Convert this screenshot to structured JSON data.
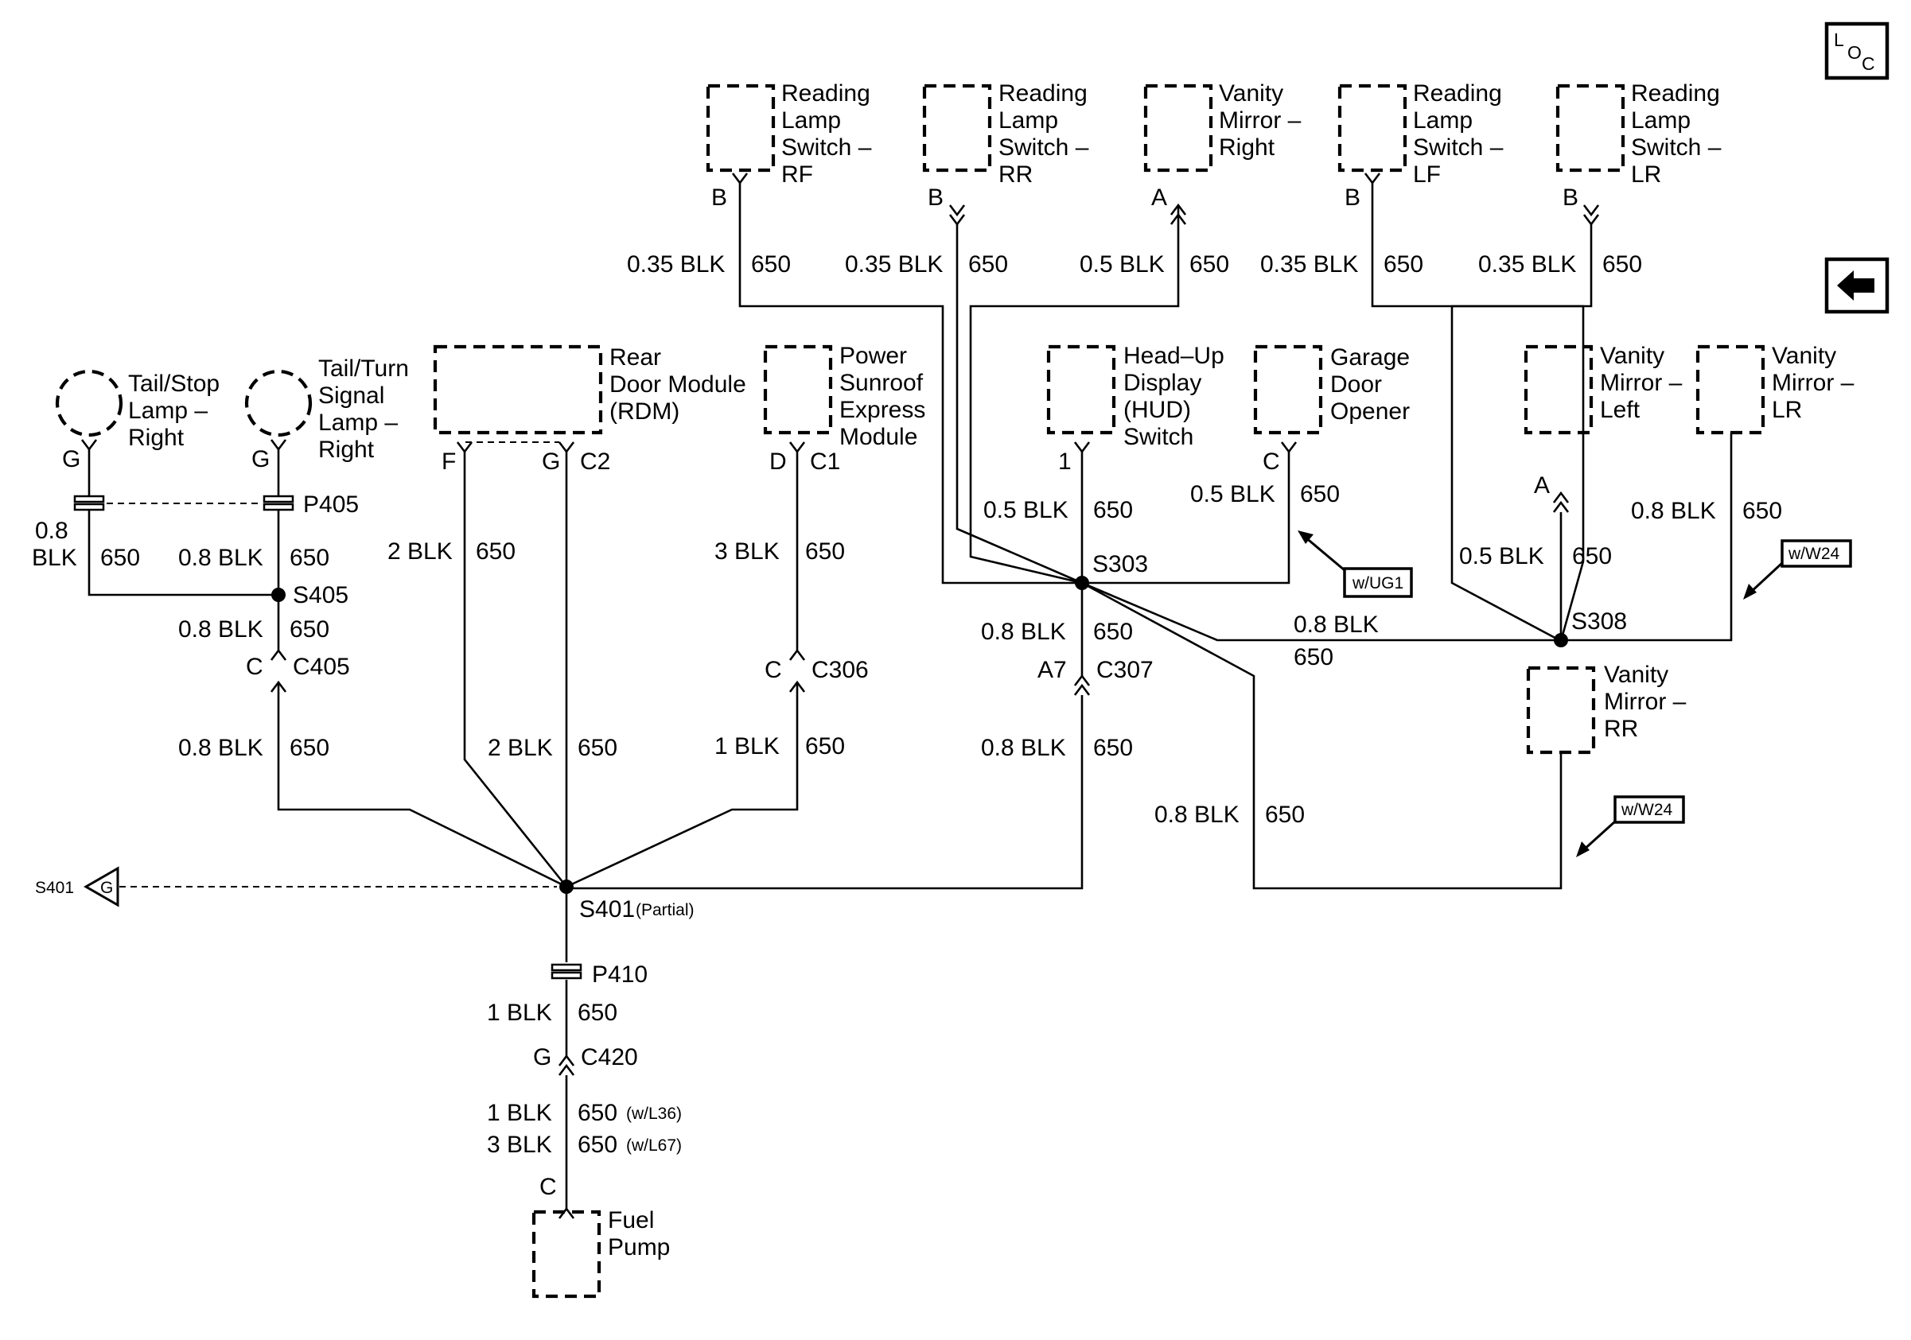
{
  "nav": {
    "loc_l": "L",
    "loc_o": "O",
    "loc_c": "C",
    "back_icon": "left-arrow-icon"
  },
  "components": {
    "reading_rf": [
      "Reading",
      "Lamp",
      "Switch –",
      "RF"
    ],
    "reading_rr": [
      "Reading",
      "Lamp",
      "Switch –",
      "RR"
    ],
    "vanity_right": [
      "Vanity",
      "Mirror –",
      "Right"
    ],
    "reading_lf": [
      "Reading",
      "Lamp",
      "Switch –",
      "LF"
    ],
    "reading_lr": [
      "Reading",
      "Lamp",
      "Switch –",
      "LR"
    ],
    "tail_stop": [
      "Tail/Stop",
      "Lamp –",
      "Right"
    ],
    "tail_turn": [
      "Tail/Turn",
      "Signal",
      "Lamp –",
      "Right"
    ],
    "rdm": [
      "Rear",
      "Door Module",
      "(RDM)"
    ],
    "sunroof": [
      "Power",
      "Sunroof",
      "Express",
      "Module"
    ],
    "hud": [
      "Head–Up",
      "Display",
      "(HUD)",
      "Switch"
    ],
    "garage": [
      "Garage",
      "Door",
      "Opener"
    ],
    "vanity_left": [
      "Vanity",
      "Mirror –",
      "Left"
    ],
    "vanity_lr": [
      "Vanity",
      "Mirror –",
      "LR"
    ],
    "vanity_rr": [
      "Vanity",
      "Mirror –",
      "RR"
    ],
    "fuel_pump": [
      "Fuel",
      "Pump"
    ]
  },
  "pins": {
    "rf": "B",
    "rr": "B",
    "vr": "A",
    "lf": "B",
    "lr": "B",
    "tail_stop": "G",
    "tail_turn": "G",
    "rdm_f": "F",
    "rdm_g": "G",
    "sunroof_d": "D",
    "hud": "1",
    "garage": "C",
    "vanity_left": "A",
    "c405": "C",
    "c306": "C",
    "c307": "A7",
    "c420": "G",
    "fuel": "C"
  },
  "wires": {
    "rf": [
      "0.35 BLK",
      "650"
    ],
    "rr": [
      "0.35 BLK",
      "650"
    ],
    "vr": [
      "0.5 BLK",
      "650"
    ],
    "lf": [
      "0.35 BLK",
      "650"
    ],
    "lr": [
      "0.35 BLK",
      "650"
    ],
    "tail_stop": [
      "0.8",
      "BLK",
      "650"
    ],
    "tail_turn": [
      "0.8 BLK",
      "650"
    ],
    "s405_down": [
      "0.8 BLK",
      "650"
    ],
    "c405_down": [
      "0.8 BLK",
      "650"
    ],
    "rdm_f": [
      "2 BLK",
      "650"
    ],
    "rdm_g": [
      "2 BLK",
      "650"
    ],
    "sunroof_up": [
      "3 BLK",
      "650"
    ],
    "sunroof_down": [
      "1 BLK",
      "650"
    ],
    "hud": [
      "0.5 BLK",
      "650"
    ],
    "garage": [
      "0.5 BLK",
      "650"
    ],
    "s303_down": [
      "0.8 BLK",
      "650"
    ],
    "c307_down": [
      "0.8 BLK",
      "650"
    ],
    "s303_s308": [
      "0.8 BLK",
      "650"
    ],
    "vanity_left": [
      "0.5 BLK",
      "650"
    ],
    "vanity_lr": [
      "0.8 BLK",
      "650"
    ],
    "vanity_rr": [
      "0.8 BLK",
      "650"
    ],
    "p410_down": [
      "1 BLK",
      "650"
    ],
    "c420_down_1": [
      "1 BLK",
      "650",
      "(w/L36)"
    ],
    "c420_down_2": [
      "3 BLK",
      "650",
      "(w/L67)"
    ]
  },
  "connectors": {
    "p405": "P405",
    "c405": "C405",
    "c2": "C2",
    "c1": "C1",
    "c306": "C306",
    "c307": "C307",
    "p410": "P410",
    "c420": "C420"
  },
  "splices": {
    "s405": "S405",
    "s303": "S303",
    "s308": "S308",
    "s401": "S401",
    "s401_note": "(Partial)",
    "s401_ref": "S401",
    "s401_ref_pin": "G"
  },
  "notes": {
    "ug1": "w/UG1",
    "w24_a": "w/W24",
    "w24_b": "w/W24"
  }
}
